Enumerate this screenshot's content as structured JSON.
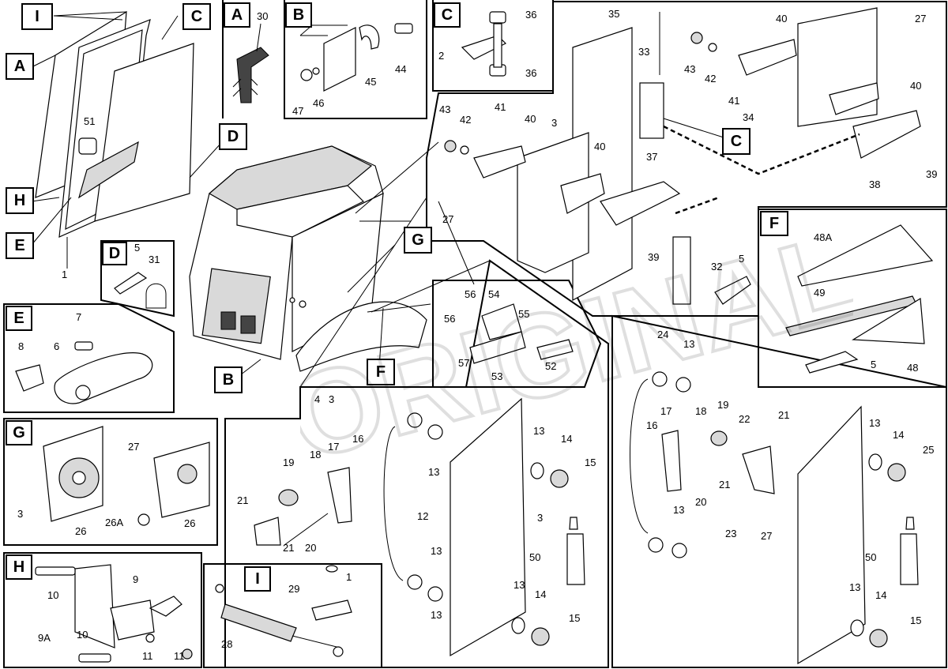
{
  "callouts": {
    "I_main": "I",
    "A_main": "A",
    "C_main": "C",
    "D_main": "D",
    "H_main": "H",
    "E_main": "E",
    "B_main": "B",
    "G_main": "G",
    "F_main": "F",
    "C_right": "C",
    "A_box": "A",
    "B_box": "B",
    "C_box": "C",
    "D_box": "D",
    "E_box": "E",
    "F_box": "F",
    "G_box": "G",
    "H_box": "H",
    "I_box": "I"
  },
  "labels": {
    "n51": "51",
    "n1": "1",
    "n27_cab": "27",
    "n4": "4",
    "n3_cab": "3",
    "n30": "30",
    "n44": "44",
    "n45": "45",
    "n47": "47",
    "n46": "46",
    "n36a": "36",
    "n2": "2",
    "n36b": "36",
    "n35": "35",
    "n33": "33",
    "n43r": "43",
    "n42r": "42",
    "n41r": "41",
    "n40r1": "40",
    "n27r": "27",
    "n40r2": "40",
    "n34": "34",
    "n39r": "39",
    "n38": "38",
    "n43": "43",
    "n42": "42",
    "n41": "41",
    "n40a": "40",
    "n3w": "3",
    "n40b": "40",
    "n37": "37",
    "n39": "39",
    "n32": "32",
    "n5w": "5",
    "n48A": "48A",
    "n49": "49",
    "n5F": "5",
    "n48": "48",
    "n5D": "5",
    "n31": "31",
    "n7": "7",
    "n8": "8",
    "n6": "6",
    "n56a": "56",
    "n54": "54",
    "n55": "55",
    "n56b": "56",
    "n57": "57",
    "n53": "53",
    "n52": "52",
    "n27G": "27",
    "n3G": "3",
    "n26a": "26",
    "n26A": "26A",
    "n26b": "26",
    "n10a": "10",
    "n9": "9",
    "n9A": "9A",
    "n10b": "10",
    "n11a": "11",
    "n11b": "11",
    "n29": "29",
    "n1I": "1",
    "n28": "28",
    "m19": "19",
    "m18": "18",
    "m17": "17",
    "m16": "16",
    "m21a": "21",
    "m21b": "21",
    "m20": "20",
    "m13a": "13",
    "m13b": "13",
    "m13c": "13",
    "m14a": "14",
    "m15a": "15",
    "m12": "12",
    "m3": "3",
    "m50": "50",
    "m13d": "13",
    "m13e": "13",
    "m14b": "14",
    "m15b": "15",
    "r24": "24",
    "r13a": "13",
    "r17": "17",
    "r18": "18",
    "r19": "19",
    "r16": "16",
    "r22": "22",
    "r21a": "21",
    "r21b": "21",
    "r20": "20",
    "r23": "23",
    "r13b": "13",
    "r14a": "14",
    "r25": "25",
    "r13c": "13",
    "r27": "27",
    "r50": "50",
    "r13d": "13",
    "r14b": "14",
    "r15": "15"
  },
  "watermark_text": "ORIGINAL"
}
